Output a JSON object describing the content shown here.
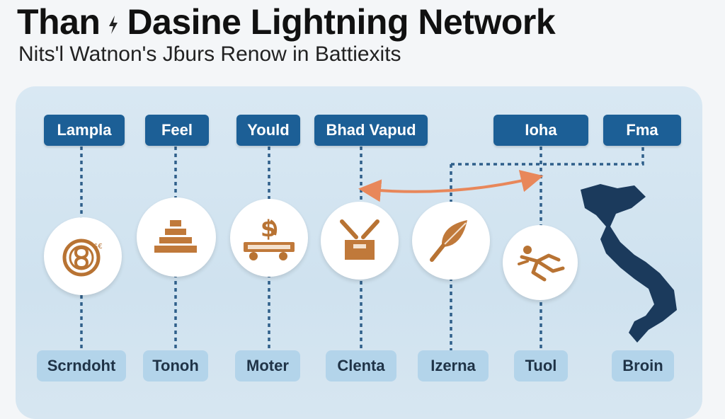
{
  "header": {
    "title_part1": "Than",
    "title_part2": "Dasine Lightning Network",
    "subtitle": "Nits'l Watnon's Jɓurs Renow in Battiexits"
  },
  "columns": [
    {
      "top": "Lampla",
      "bottom": "Scrndoht",
      "icon": "coin-icon"
    },
    {
      "top": "Feel",
      "bottom": "Tonoh",
      "icon": "stacked-bars-icon"
    },
    {
      "top": "Yould",
      "bottom": "Moter",
      "icon": "money-cart-icon"
    },
    {
      "top": "Bhad Vapud",
      "bottom": "Clenta",
      "icon": "box-handshake-icon"
    },
    {
      "top": "Ioha",
      "bottom": "Izerna",
      "icon": "leaf-tool-icon"
    },
    {
      "top": "",
      "bottom": "Tuol",
      "icon": "running-figure-icon"
    },
    {
      "top": "Fma",
      "bottom": "Broin",
      "icon": "vietnam-map-icon"
    }
  ],
  "colors": {
    "tag_bg": "#1c5f96",
    "bottom_tag_bg": "#b3d4ea",
    "icon_brown": "#b87333",
    "arrow": "#e8875a",
    "map": "#1b3a5c",
    "dash": "#2f5f8a"
  }
}
